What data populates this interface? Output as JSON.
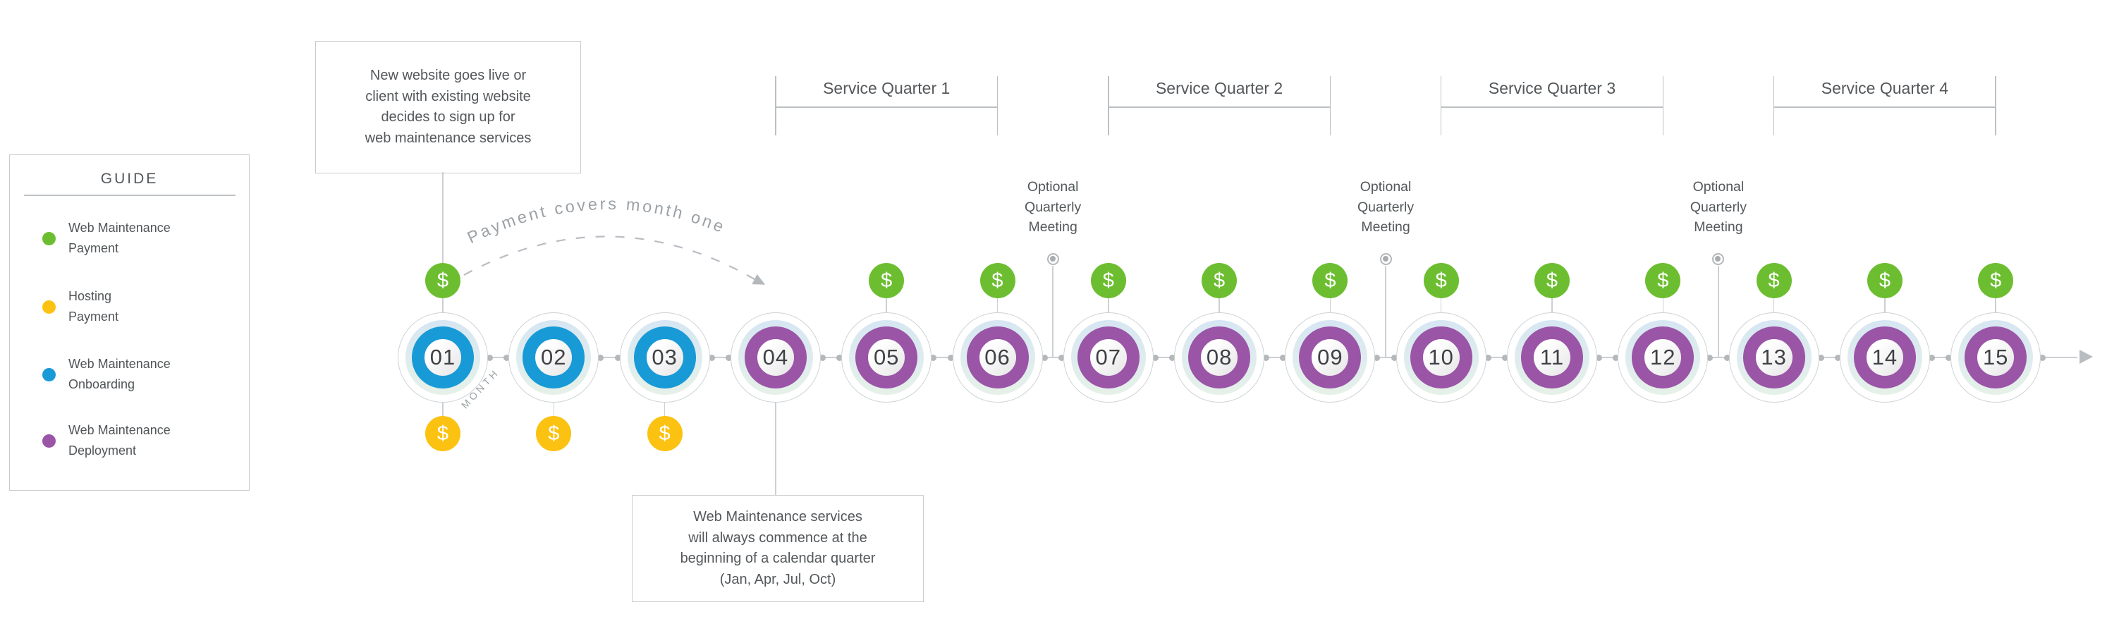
{
  "colors": {
    "web_maintenance_payment": "#6cbe30",
    "hosting_payment": "#fcc211",
    "web_maintenance_onboarding": "#189ad7",
    "web_maintenance_deployment": "#9a55a7"
  },
  "guide": {
    "title": "GUIDE",
    "items": [
      {
        "key": "web-maintenance-payment",
        "color_key": "web_maintenance_payment",
        "lines": [
          "Web Maintenance",
          "Payment"
        ]
      },
      {
        "key": "hosting-payment",
        "color_key": "hosting_payment",
        "lines": [
          "Hosting",
          "Payment"
        ]
      },
      {
        "key": "web-maintenance-onboarding",
        "color_key": "web_maintenance_onboarding",
        "lines": [
          "Web Maintenance",
          "Onboarding"
        ]
      },
      {
        "key": "web-maintenance-deployment",
        "color_key": "web_maintenance_deployment",
        "lines": [
          "Web Maintenance",
          "Deployment"
        ]
      }
    ]
  },
  "notes": {
    "start": {
      "lines": [
        "New website goes live or",
        "client with existing website",
        "decides to sign up for",
        "web maintenance services"
      ]
    },
    "commence": {
      "lines": [
        "Web Maintenance services",
        "will always commence at the",
        "beginning of a calendar quarter",
        "(Jan, Apr, Jul, Oct)"
      ]
    }
  },
  "arc_label": "Payment covers month one",
  "axis_label": "MONTH",
  "payment_symbol": "$",
  "timeline": {
    "months": [
      {
        "num": "01",
        "type": "web_maintenance_onboarding",
        "wm_payment": true,
        "hosting_payment": true
      },
      {
        "num": "02",
        "type": "web_maintenance_onboarding",
        "wm_payment": false,
        "hosting_payment": true
      },
      {
        "num": "03",
        "type": "web_maintenance_onboarding",
        "wm_payment": false,
        "hosting_payment": true
      },
      {
        "num": "04",
        "type": "web_maintenance_deployment",
        "wm_payment": false,
        "hosting_payment": false
      },
      {
        "num": "05",
        "type": "web_maintenance_deployment",
        "wm_payment": true,
        "hosting_payment": false
      },
      {
        "num": "06",
        "type": "web_maintenance_deployment",
        "wm_payment": true,
        "hosting_payment": false
      },
      {
        "num": "07",
        "type": "web_maintenance_deployment",
        "wm_payment": true,
        "hosting_payment": false
      },
      {
        "num": "08",
        "type": "web_maintenance_deployment",
        "wm_payment": true,
        "hosting_payment": false
      },
      {
        "num": "09",
        "type": "web_maintenance_deployment",
        "wm_payment": true,
        "hosting_payment": false
      },
      {
        "num": "10",
        "type": "web_maintenance_deployment",
        "wm_payment": true,
        "hosting_payment": false
      },
      {
        "num": "11",
        "type": "web_maintenance_deployment",
        "wm_payment": true,
        "hosting_payment": false
      },
      {
        "num": "12",
        "type": "web_maintenance_deployment",
        "wm_payment": true,
        "hosting_payment": false
      },
      {
        "num": "13",
        "type": "web_maintenance_deployment",
        "wm_payment": true,
        "hosting_payment": false
      },
      {
        "num": "14",
        "type": "web_maintenance_deployment",
        "wm_payment": true,
        "hosting_payment": false
      },
      {
        "num": "15",
        "type": "web_maintenance_deployment",
        "wm_payment": true,
        "hosting_payment": false
      }
    ],
    "quarters": [
      {
        "label": "Service Quarter 1",
        "from_month": "04",
        "to_month": "06"
      },
      {
        "label": "Service Quarter 2",
        "from_month": "07",
        "to_month": "09"
      },
      {
        "label": "Service Quarter 3",
        "from_month": "10",
        "to_month": "12"
      },
      {
        "label": "Service Quarter 4",
        "from_month": "13",
        "to_month": "15"
      }
    ],
    "meetings": [
      {
        "lines": [
          "Optional",
          "Quarterly",
          "Meeting"
        ],
        "after_month": "06"
      },
      {
        "lines": [
          "Optional",
          "Quarterly",
          "Meeting"
        ],
        "after_month": "09"
      },
      {
        "lines": [
          "Optional",
          "Quarterly",
          "Meeting"
        ],
        "after_month": "12"
      }
    ]
  }
}
